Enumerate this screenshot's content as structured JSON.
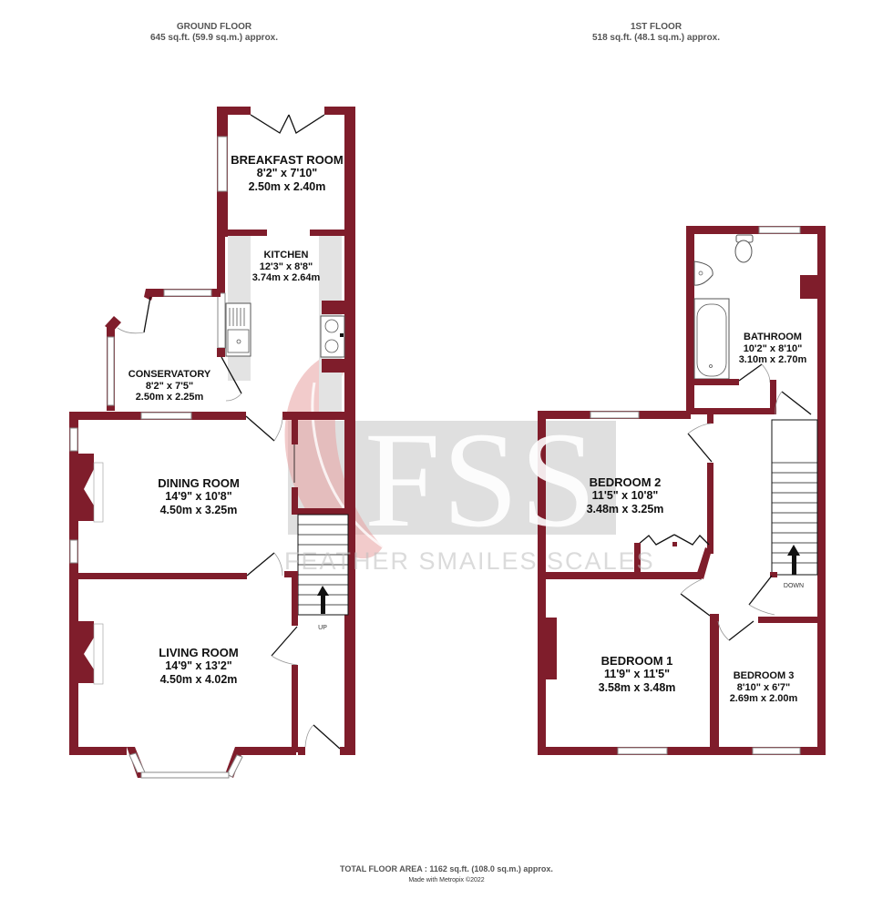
{
  "floors": [
    {
      "name": "GROUND FLOOR",
      "area": "645 sq.ft. (59.9 sq.m.) approx.",
      "rooms": [
        {
          "name": "BREAKFAST ROOM",
          "imperial": "8'2\"  x 7'10\"",
          "metric": "2.50m  x 2.40m"
        },
        {
          "name": "KITCHEN",
          "imperial": "12'3\"  x 8'8\"",
          "metric": "3.74m  x 2.64m"
        },
        {
          "name": "CONSERVATORY",
          "imperial": "8'2\"  x 7'5\"",
          "metric": "2.50m  x 2.25m"
        },
        {
          "name": "DINING ROOM",
          "imperial": "14'9\"  x 10'8\"",
          "metric": "4.50m  x 3.25m"
        },
        {
          "name": "LIVING ROOM",
          "imperial": "14'9\"  x 13'2\"",
          "metric": "4.50m  x 4.02m"
        }
      ],
      "stair_label": "UP"
    },
    {
      "name": "1ST FLOOR",
      "area": "518 sq.ft. (48.1 sq.m.) approx.",
      "rooms": [
        {
          "name": "BATHROOM",
          "imperial": "10'2\"  x 8'10\"",
          "metric": "3.10m  x 2.70m"
        },
        {
          "name": "BEDROOM 2",
          "imperial": "11'5\"  x 10'8\"",
          "metric": "3.48m  x 3.25m"
        },
        {
          "name": "BEDROOM 1",
          "imperial": "11'9\"  x 11'5\"",
          "metric": "3.58m  x 3.48m"
        },
        {
          "name": "BEDROOM 3",
          "imperial": "8'10\"  x 6'7\"",
          "metric": "2.69m  x 2.00m"
        }
      ],
      "stair_label": "DOWN"
    }
  ],
  "watermark": {
    "logo": "FSS",
    "company": "FEATHER SMAILES SCALES"
  },
  "footer": {
    "total_area": "TOTAL FLOOR AREA : 1162 sq.ft. (108.0 sq.m.) approx.",
    "credit": "Made with Metropix ©2022"
  },
  "colors": {
    "wall": "#7f1d2b",
    "counter": "#e3e3e3",
    "watermark_box": "#d9d9d9",
    "watermark_feather": "#e8a0a0"
  }
}
